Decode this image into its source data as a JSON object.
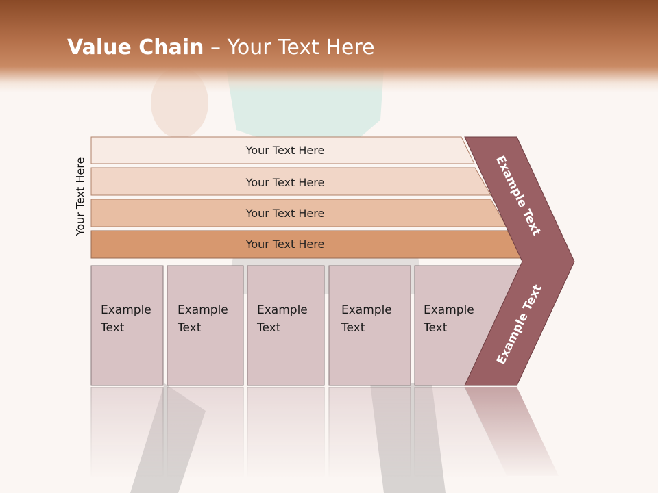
{
  "slide": {
    "title_bold": "Value Chain",
    "title_rest": " – Your Text Here",
    "side_label": "Your Text Here"
  },
  "rows": [
    {
      "label": "Your Text Here",
      "color": "#f8ebe4"
    },
    {
      "label": "Your Text Here",
      "color": "#f1d6c7"
    },
    {
      "label": "Your Text Here",
      "color": "#e8bea3"
    },
    {
      "label": "Your Text Here",
      "color": "#d7986f"
    }
  ],
  "boxes": [
    {
      "line1": "Example",
      "line2": "Text"
    },
    {
      "line1": "Example",
      "line2": "Text"
    },
    {
      "line1": "Example",
      "line2": "Text"
    },
    {
      "line1": "Example",
      "line2": "Text"
    },
    {
      "line1": "Example",
      "line2": "Text"
    }
  ],
  "chevron": {
    "top_label": "Example Text",
    "bottom_label": "Example Text",
    "color": "#9a6064"
  },
  "colors": {
    "title_band": "#a8603a",
    "box_fill": "#d8c2c4",
    "box_stroke": "#8a7a7c"
  }
}
